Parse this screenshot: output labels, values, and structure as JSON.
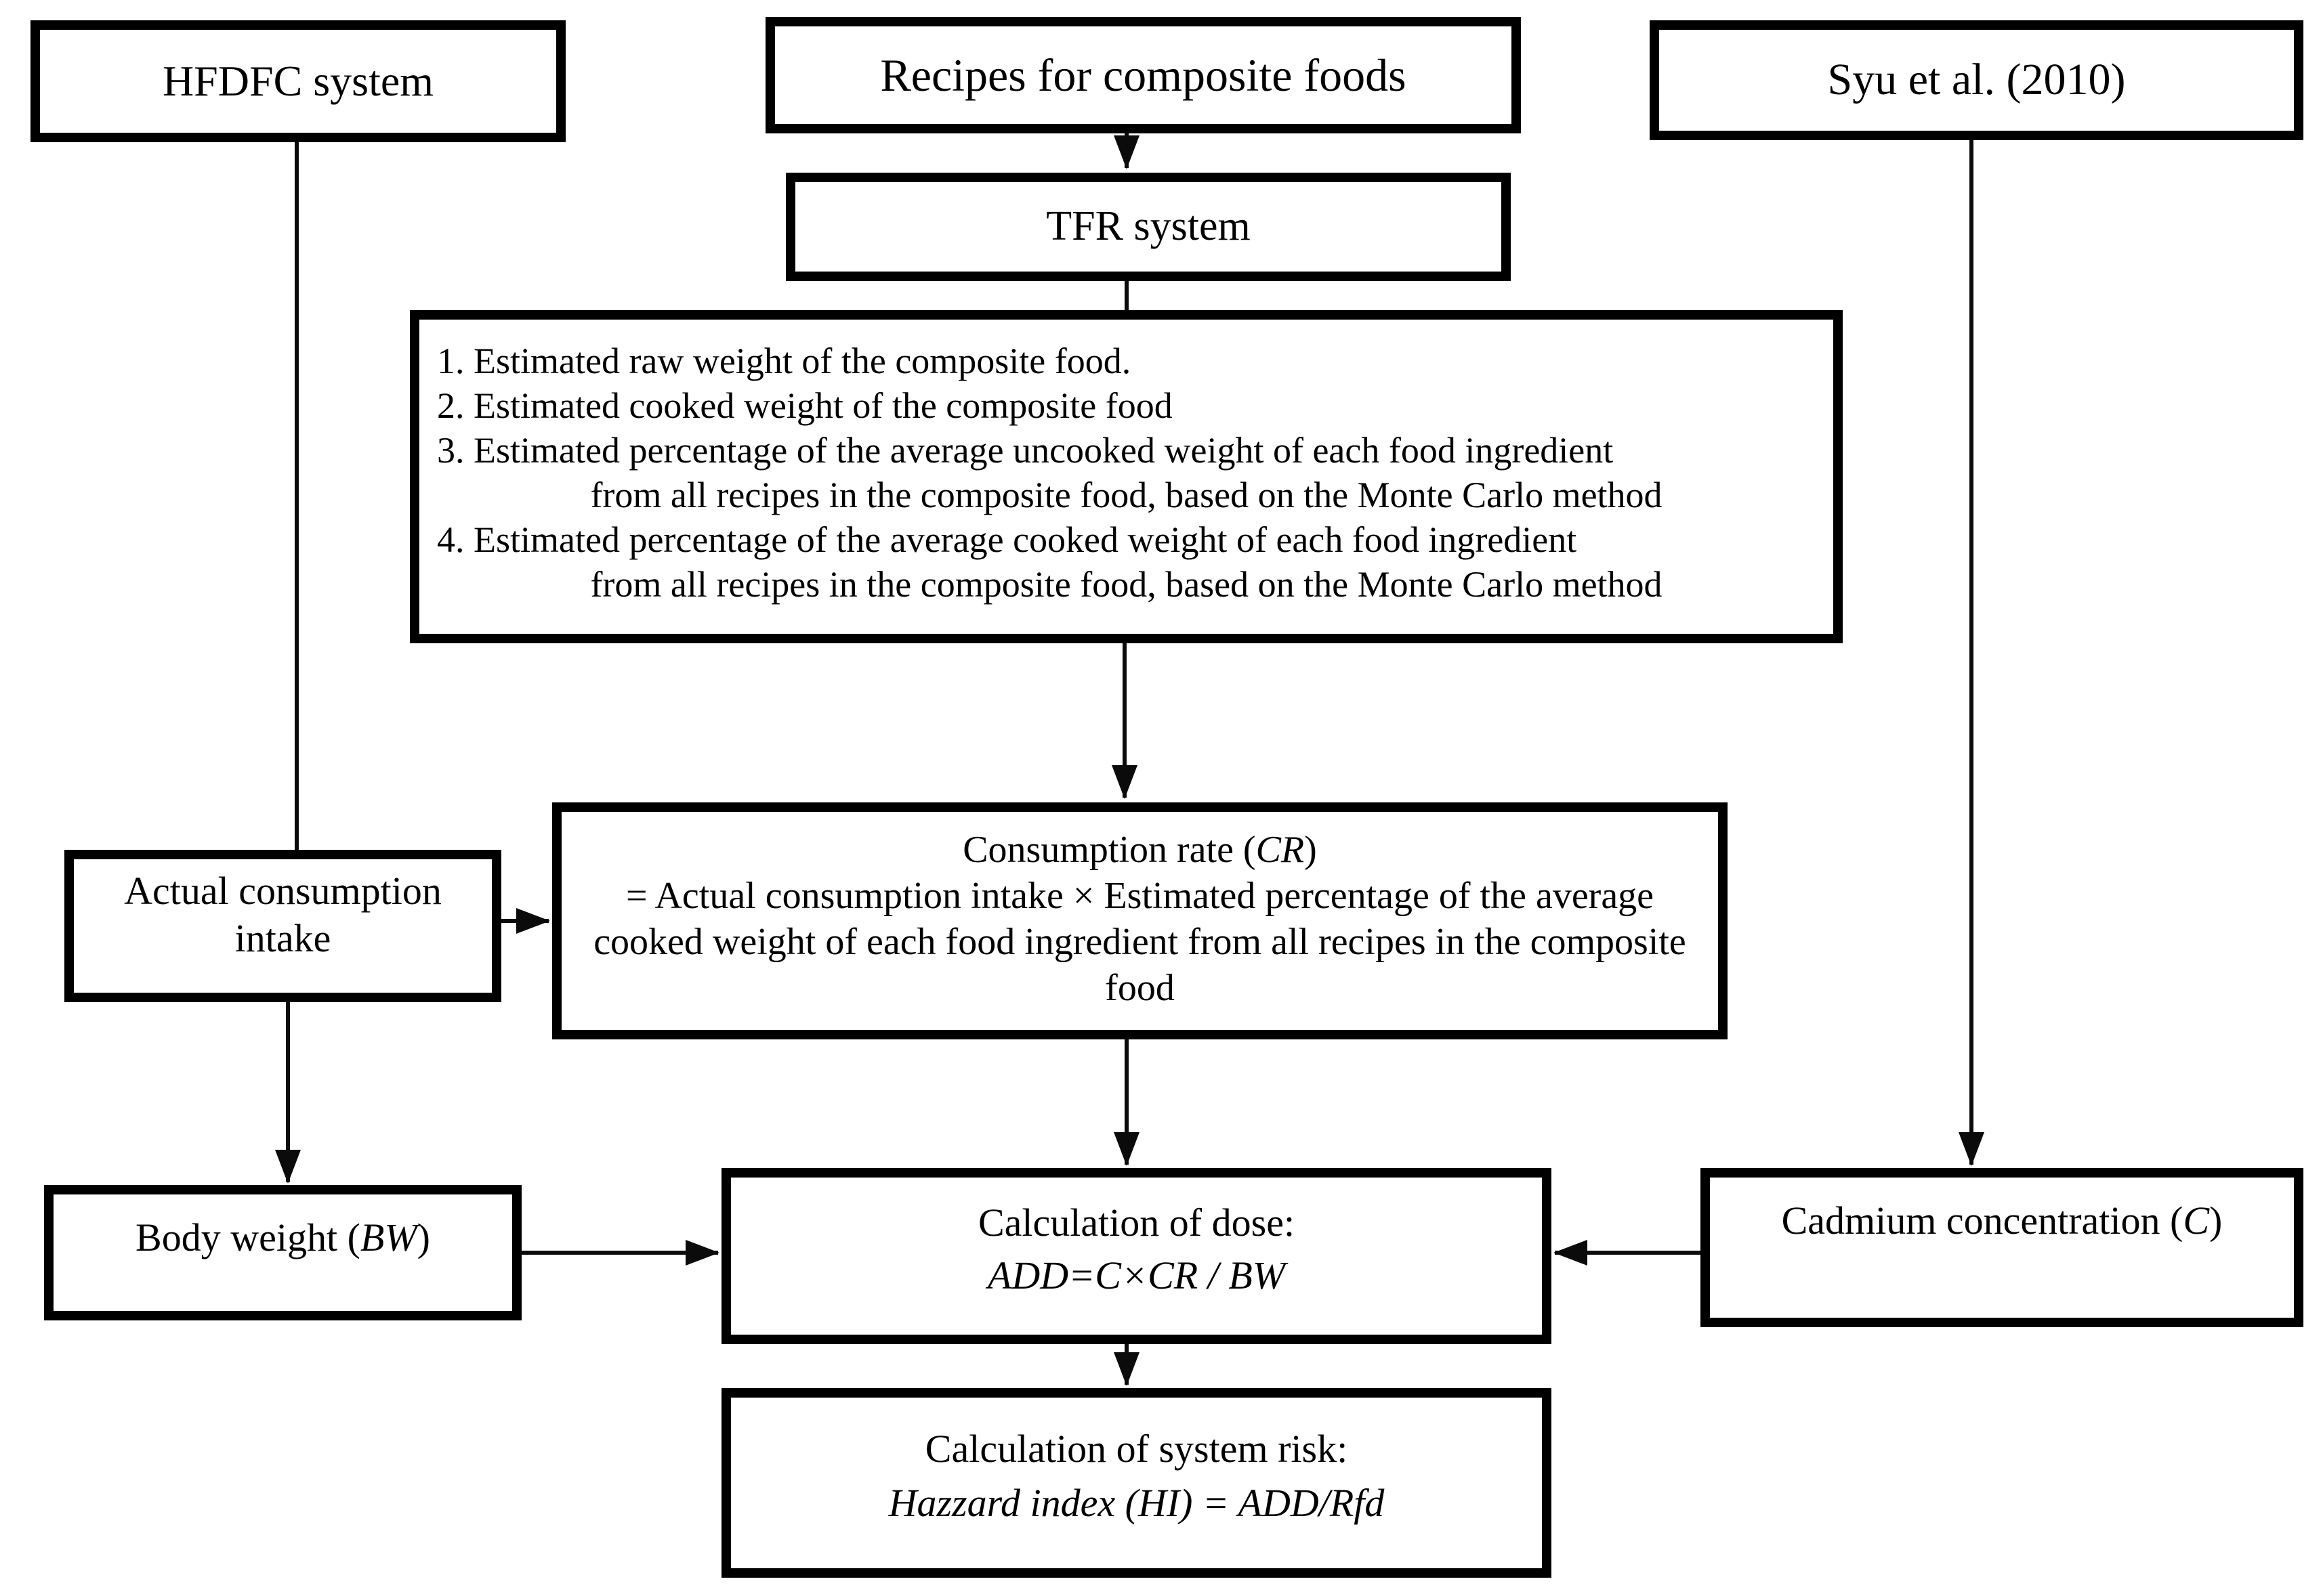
{
  "colors": {
    "ink": "#000000",
    "box_border": "#000000",
    "box_background": "#ffffff",
    "page_background": "#ffffff"
  },
  "nodes": {
    "hfdfc": {
      "label": "HFDFC system"
    },
    "recipes": {
      "label": "Recipes for composite foods"
    },
    "syu": {
      "label": "Syu et al. (2010)"
    },
    "tfr": {
      "label": "TFR system"
    },
    "estimates": {
      "items": [
        {
          "line1": "1. Estimated raw weight of the composite food.",
          "line2": ""
        },
        {
          "line1": "2. Estimated cooked weight of the composite food",
          "line2": ""
        },
        {
          "line1": "3. Estimated percentage of the average uncooked weight of each food ingredient",
          "line2": "from all recipes in the composite food, based on the Monte Carlo method"
        },
        {
          "line1": "4. Estimated percentage of the average cooked weight of each food ingredient",
          "line2": "from all recipes in the composite food, based on the Monte Carlo method"
        }
      ]
    },
    "actual_intake": {
      "label": "Actual consumption intake"
    },
    "consumption_rate": {
      "title_pre": "Consumption rate (",
      "title_var": "CR",
      "title_post": ")",
      "body": "= Actual consumption intake × Estimated percentage of the average cooked weight of each food ingredient from all recipes in the composite food"
    },
    "body_weight": {
      "pre": "Body weight (",
      "var": "BW",
      "post": ")"
    },
    "dose": {
      "title": "Calculation of dose:",
      "formula": "ADD=C×CR / BW"
    },
    "cadmium": {
      "pre": "Cadmium concentration (",
      "var": "C",
      "post": ")"
    },
    "risk": {
      "title": "Calculation of system risk:",
      "formula": "Hazzard index (HI) = ADD/Rfd"
    }
  }
}
